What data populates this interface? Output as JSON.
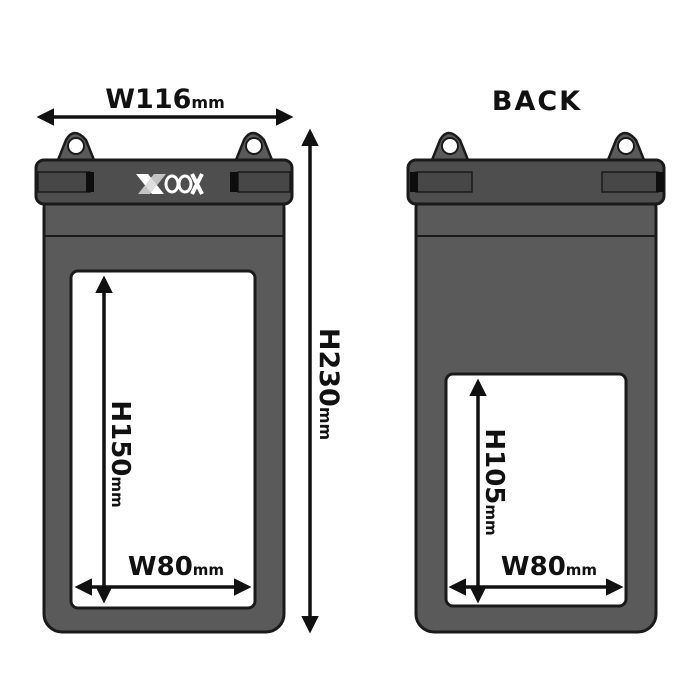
{
  "colors": {
    "body": "#5a5a5a",
    "band": "#4e4e4e",
    "outline": "#1a1a1a",
    "window": "#ffffff",
    "ink": "#111111"
  },
  "front": {
    "overall_width": {
      "value": "W116",
      "unit": "mm"
    },
    "overall_height": {
      "value": "H230",
      "unit": "mm"
    },
    "window_height": {
      "value": "H150",
      "unit": "mm"
    },
    "window_width": {
      "value": "W80",
      "unit": "mm"
    },
    "logo_icon": "xoox-logo"
  },
  "back": {
    "label": "BACK",
    "window_height": {
      "value": "H105",
      "unit": "mm"
    },
    "window_width": {
      "value": "W80",
      "unit": "mm"
    }
  }
}
